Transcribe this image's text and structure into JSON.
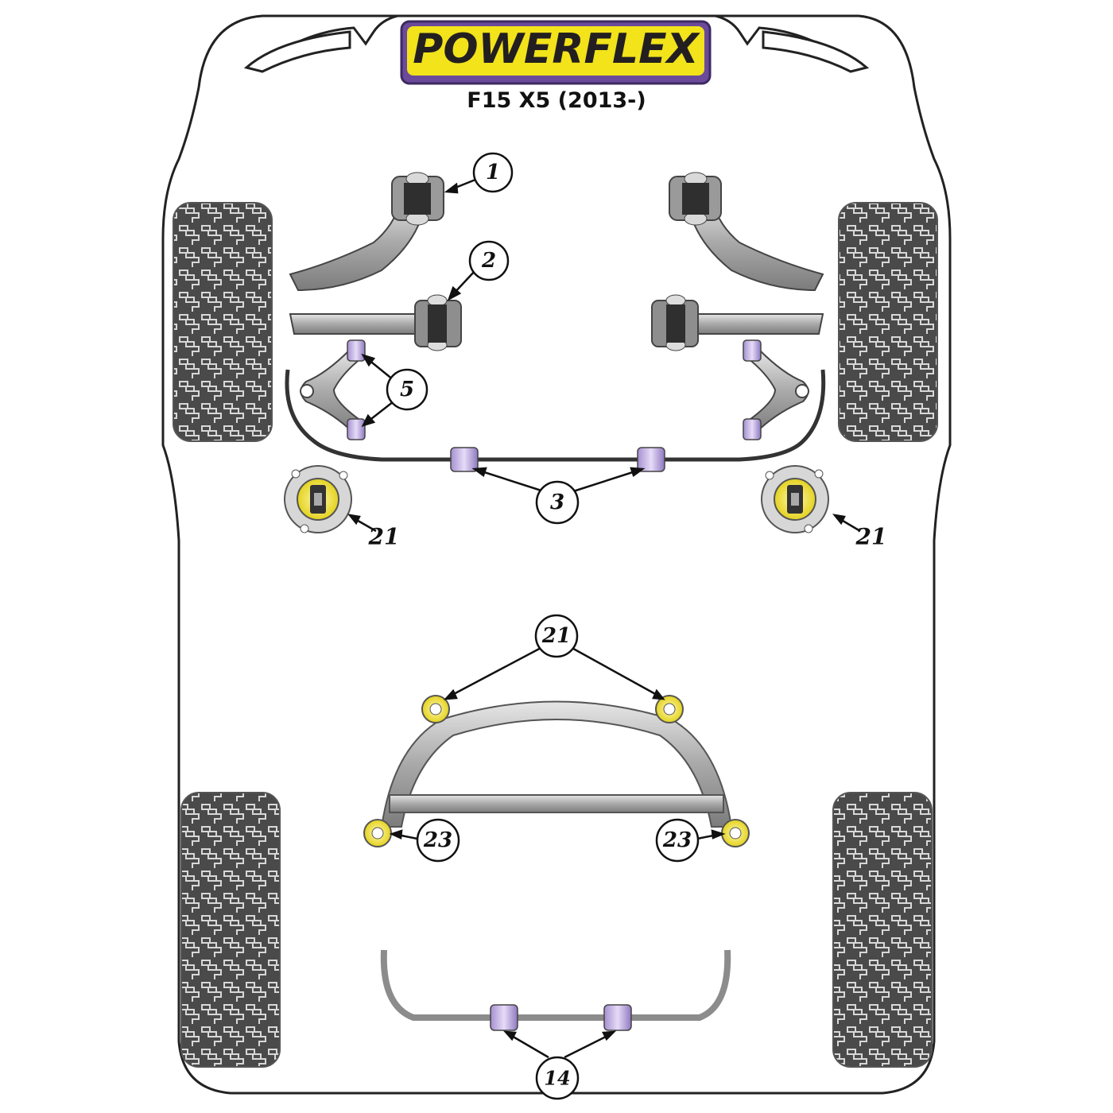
{
  "brand": {
    "logo_text": "POWERFLEX",
    "colors": {
      "yellow": "#f2e31a",
      "purple": "#6b4a9b",
      "dark": "#231f20",
      "bush_purple": "#cbbde6",
      "bush_yellow": "#f4ea5a"
    }
  },
  "subtitle": "F15 X5 (2013-)",
  "callouts": {
    "c1": "1",
    "c2": "2",
    "c3": "3",
    "c5": "5",
    "c21_left": "21",
    "c21_right": "21",
    "c21_center": "21",
    "c23_left": "23",
    "c23_right": "23",
    "c14": "14"
  },
  "icons": {
    "wheel": "tyre-tread-icon",
    "bush": "bush-icon",
    "arm": "control-arm-icon"
  }
}
